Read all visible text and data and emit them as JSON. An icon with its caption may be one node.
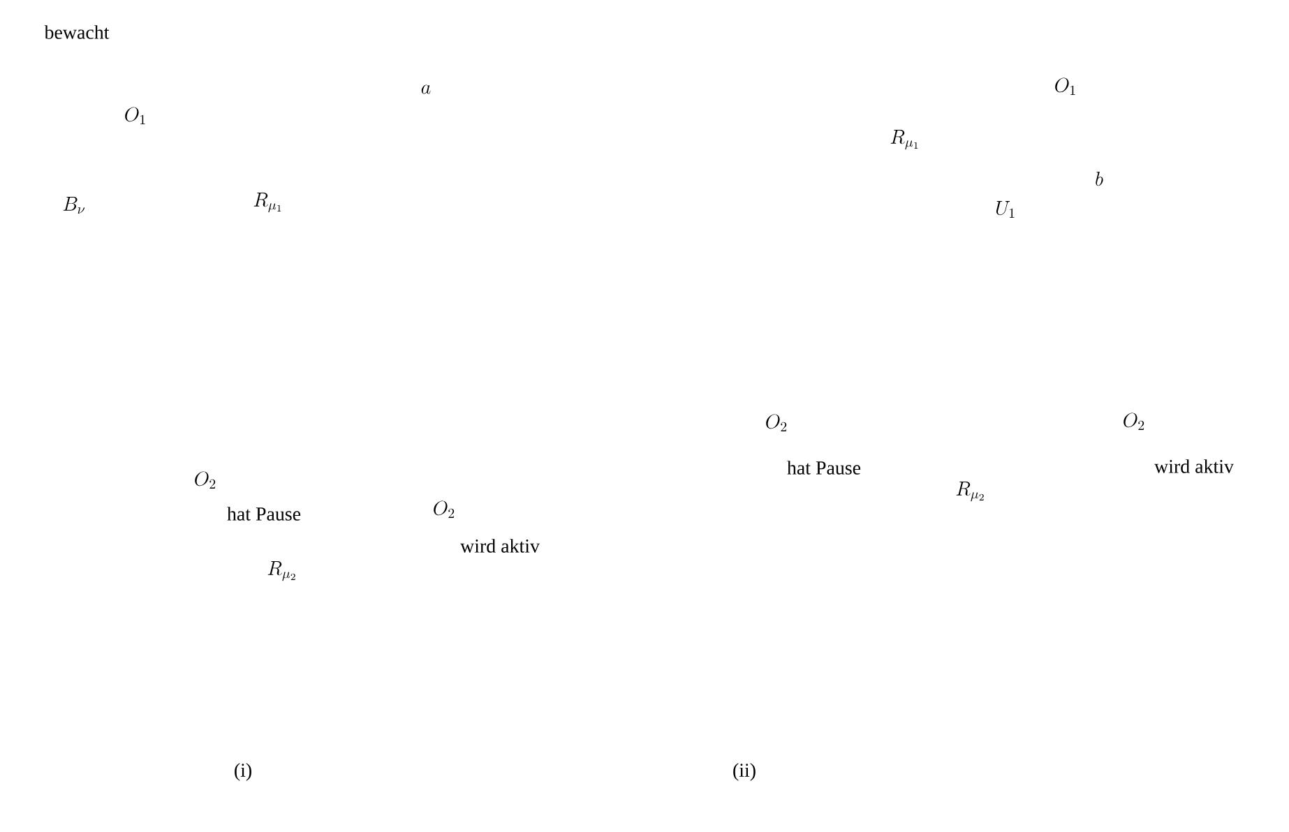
{
  "diagram": {
    "labels": [
      "bewacht",
      "O_1",
      "a",
      "O_1",
      "R_{\\mu_1}",
      "b",
      "B_\\nu",
      "R_{\\mu_1}",
      "U_1",
      "O_2",
      "O_2",
      "hat Pause",
      "wird aktiv",
      "O_2",
      "R_{\\mu_2}",
      "hat Pause",
      "O_2",
      "wird aktiv",
      "R_{\\mu_2}",
      "(i)",
      "(ii)"
    ]
  }
}
